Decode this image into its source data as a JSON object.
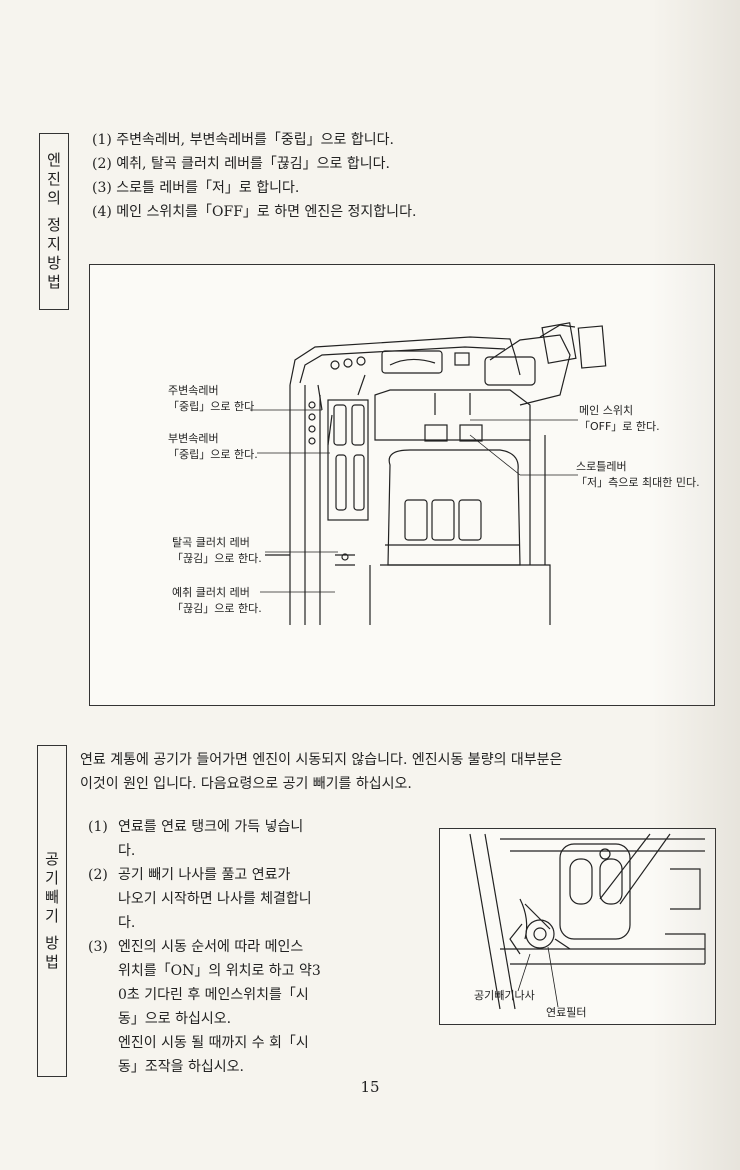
{
  "sections": {
    "stop": {
      "tab_label": [
        "엔",
        "진",
        "의",
        " ",
        "정",
        "지",
        "방",
        "법"
      ],
      "steps": [
        "(1) 주변속레버, 부변속레버를「중립」으로 합니다.",
        "(2) 예취, 탈곡 클러치 레버를「끊김」으로 합니다.",
        "(3) 스로틀 레버를「저」로 합니다.",
        "(4) 메인 스위치를「OFF」로 하면 엔진은 정지합니다."
      ],
      "figure": {
        "callouts": {
          "main_shift": [
            "주변속레버",
            "「중립」으로 한다"
          ],
          "sub_shift": [
            "부변속레버",
            "「중립」으로 한다."
          ],
          "threshing": [
            "탈곡 클러치 레버",
            "「끊김」으로 한다."
          ],
          "reaping": [
            "예취 클러치 레버",
            "「끊김」으로 한다."
          ],
          "main_switch": [
            "메인 스위치",
            "「OFF」로 한다."
          ],
          "throttle": [
            "스로틀레버",
            "「저」측으로 최대한 민다."
          ]
        }
      }
    },
    "bleed": {
      "tab_label": [
        "공",
        "기",
        "빼",
        "기",
        " ",
        "방",
        "법"
      ],
      "intro": [
        "연료 계통에 공기가 들어가면 엔진이 시동되지 않습니다.  엔진시동 불량의 대부분은",
        "이것이 원인 입니다.  다음요령으로 공기 빼기를 하십시오."
      ],
      "steps": [
        {
          "num": "(1)",
          "lines": [
            "연료를 연료 탱크에 가득 넣습니",
            "다."
          ]
        },
        {
          "num": "(2)",
          "lines": [
            "공기 빼기 나사를 풀고 연료가",
            "나오기 시작하면 나사를 체결합니",
            "다."
          ]
        },
        {
          "num": "(3)",
          "lines": [
            "엔진의 시동 순서에 따라 메인스",
            "위치를「ON」의 위치로 하고 약3",
            "0초 기다린 후 메인스위치를「시",
            "동」으로 하십시오.",
            "엔진이 시동 될 때까지 수 회「시",
            "동」조작을 하십시오."
          ]
        }
      ],
      "figure": {
        "callouts": {
          "bleed_screw": "공기빼기나사",
          "fuel_filter": "연료필터"
        }
      }
    }
  },
  "page_number": "15"
}
